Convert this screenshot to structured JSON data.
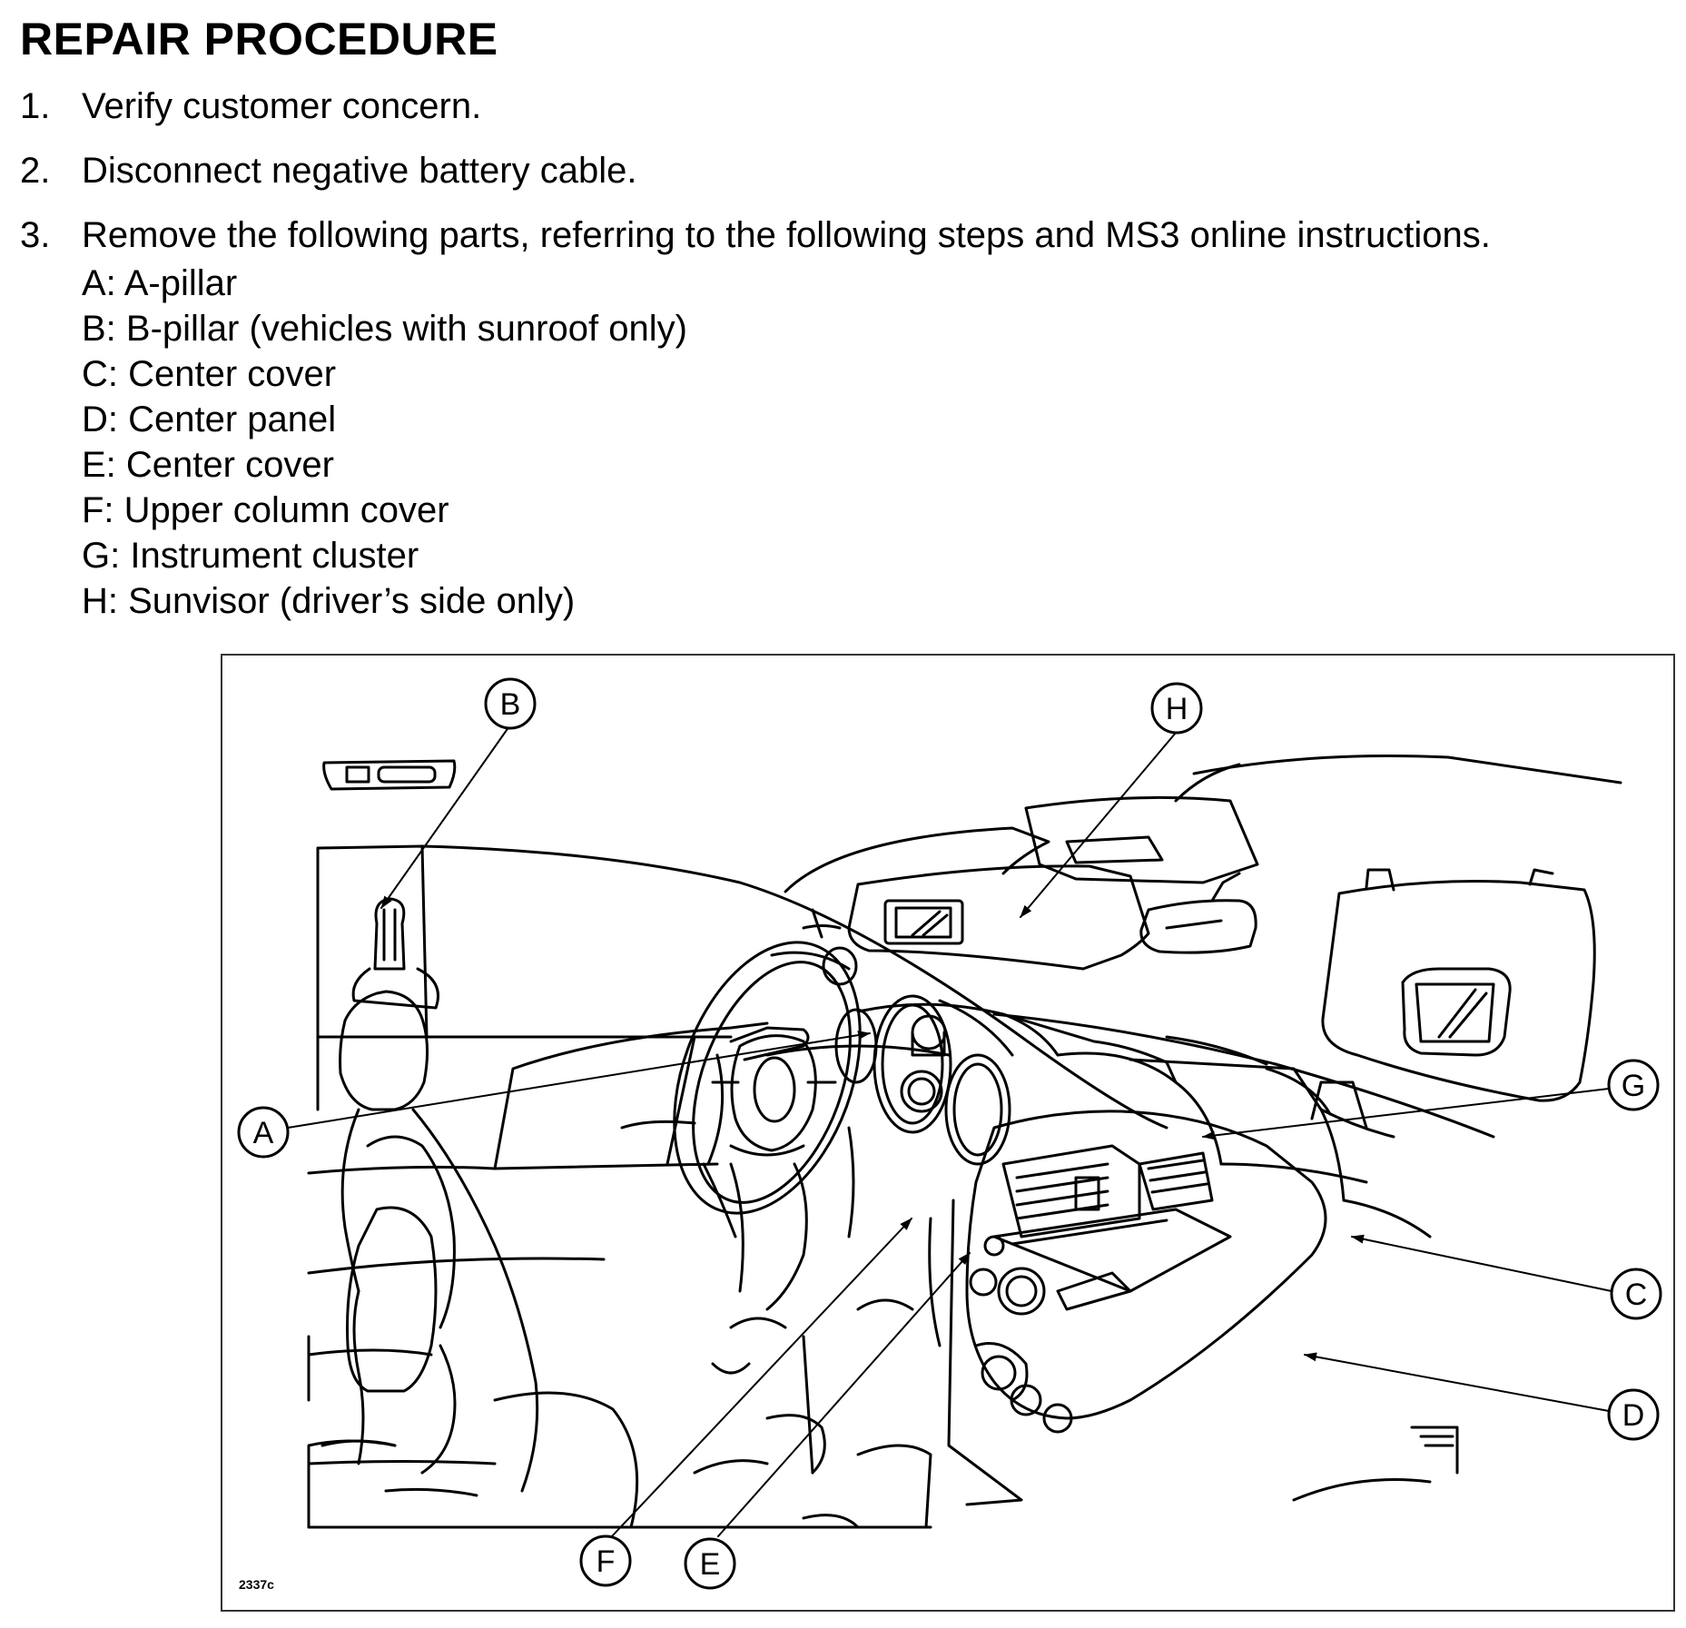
{
  "title": "REPAIR PROCEDURE",
  "steps": [
    {
      "number": "1.",
      "text": "Verify customer concern."
    },
    {
      "number": "2.",
      "text": "Disconnect negative battery cable."
    },
    {
      "number": "3.",
      "text": "Remove the following parts, referring to the following steps and MS3 online instructions."
    }
  ],
  "parts": [
    "A: A-pillar",
    "B: B-pillar (vehicles with sunroof only)",
    "C: Center cover",
    "D: Center panel",
    "E: Center cover",
    "F: Upper column cover",
    "G: Instrument cluster",
    "H: Sunvisor (driver’s side only)"
  ],
  "figure": {
    "callouts": {
      "A": "A",
      "B": "B",
      "C": "C",
      "D": "D",
      "E": "E",
      "F": "F",
      "G": "G",
      "H": "H"
    },
    "figure_id": "2337c"
  }
}
